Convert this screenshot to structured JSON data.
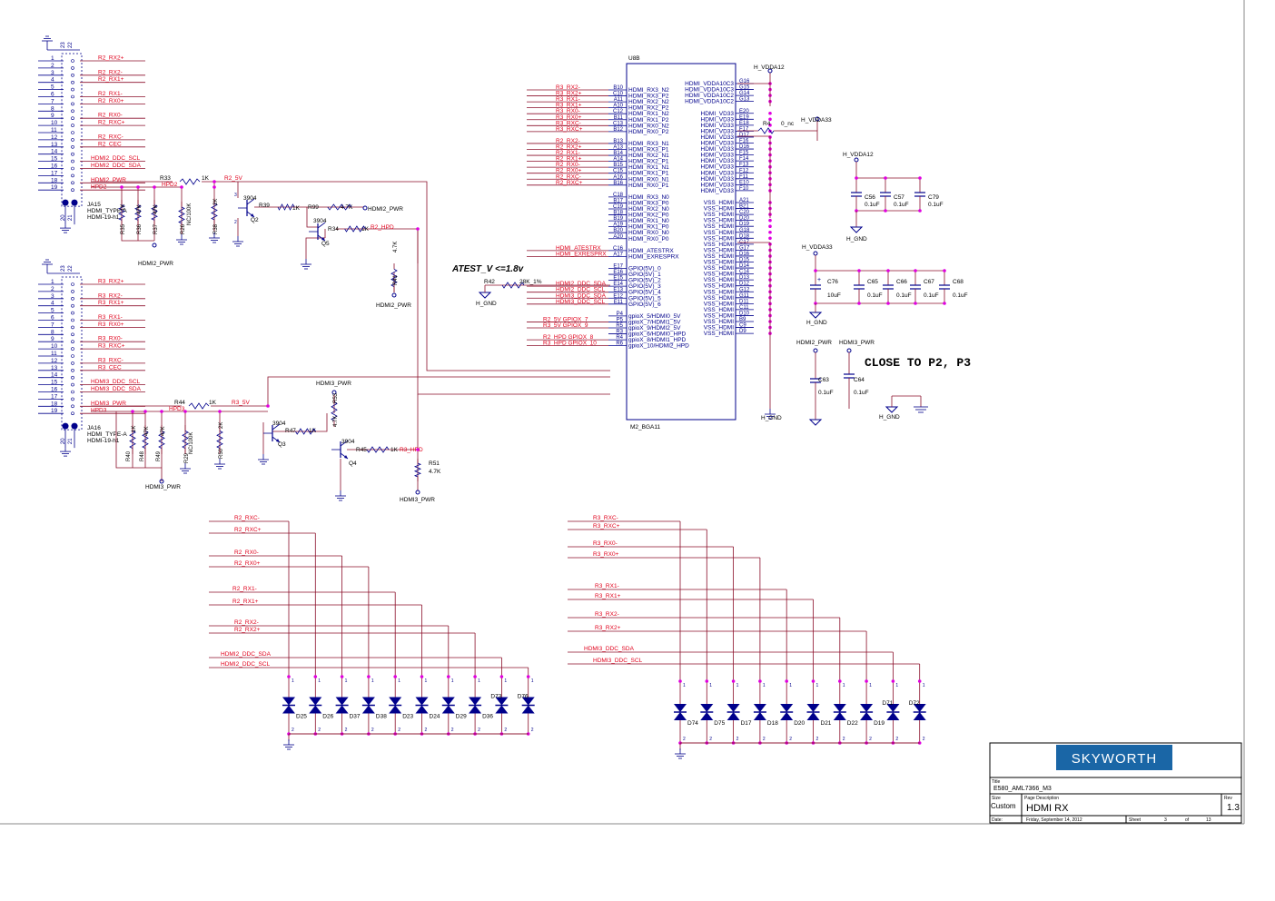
{
  "colors": {
    "wire": "#8b0f2a",
    "net": "#e0001b",
    "comp": "#00008b",
    "pin": "#00008b",
    "junction": "#e000e0",
    "frame": "#000000",
    "brand_bg": "#1a66a6",
    "brand_fg": "#ffffff",
    "border": "#888888"
  },
  "connectors": {
    "j2": {
      "ref": "JA15",
      "type": "HDMI_TYPE-A",
      "part": "HDMI-19-h1",
      "pins_top": [
        "23",
        "22"
      ],
      "pins_bottom": [
        "20",
        "21"
      ],
      "pins": [
        "1",
        "2",
        "3",
        "4",
        "5",
        "6",
        "7",
        "8",
        "9",
        "10",
        "11",
        "12",
        "13",
        "14",
        "15",
        "16",
        "17",
        "18",
        "19"
      ],
      "nets": [
        "R2_RX2+",
        "R2_RX2-",
        "R2_RX1+",
        "R2_RX1-",
        "R2_RX0+",
        "R2_RX0-",
        "R2_RXC+",
        "R2_RXC-",
        "R2_CEC",
        "HDMI2_DDC_SCL",
        "HDMI2_DDC_SDA",
        "HDMI2_PWR",
        "HPD2"
      ]
    },
    "j3": {
      "ref": "JA16",
      "type": "HDMI_TYPE-A",
      "part": "HDMI-19-h1",
      "pins_top": [
        "23",
        "22"
      ],
      "pins_bottom": [
        "20",
        "21"
      ],
      "pins": [
        "1",
        "2",
        "3",
        "4",
        "5",
        "6",
        "7",
        "8",
        "9",
        "10",
        "11",
        "12",
        "13",
        "14",
        "15",
        "16",
        "17",
        "18",
        "19"
      ],
      "nets": [
        "R3_RX2+",
        "R3_RX2-",
        "R3_RX1+",
        "R3_RX1-",
        "R3_RX0+",
        "R3_RX0-",
        "R3_RXC+",
        "R3_RXC-",
        "R3_CEC",
        "HDMI3_DDC_SCL",
        "HDMI3_DDC_SDA",
        "HDMI3_PWR",
        "HPD3"
      ]
    }
  },
  "hpd2": {
    "r33": {
      "ref": "R33",
      "value": "1K"
    },
    "r35": {
      "ref": "R35",
      "value": "1K"
    },
    "r36": {
      "ref": "R36",
      "value": "47K"
    },
    "r37": {
      "ref": "R37",
      "value": "47K"
    },
    "r26": {
      "ref": "R26",
      "value": "NC/100K"
    },
    "r38": {
      "ref": "R38",
      "value": "2K"
    },
    "r39": {
      "ref": "R39",
      "value": "1K"
    },
    "r99": {
      "ref": "R99",
      "value": "4.7K"
    },
    "r34": {
      "ref": "R34",
      "value": "1K"
    },
    "r41": {
      "ref": "R41",
      "value": "4.7K"
    },
    "q2": {
      "ref": "Q2",
      "part": "3904"
    },
    "q5": {
      "ref": "Q5",
      "part": "3904"
    },
    "net_r2_5v": "R2_5V",
    "net_r2_hpd": "R2_HPD",
    "pwr1": "HDMI2_PWR",
    "pwr2": "HDMI2_PWR",
    "pwr3": "HDMI2_PWR"
  },
  "hpd3": {
    "r44": {
      "ref": "R44",
      "value": "1K"
    },
    "r40": {
      "ref": "R40",
      "value": "1K"
    },
    "r48": {
      "ref": "R48",
      "value": "47K"
    },
    "r49": {
      "ref": "R49",
      "value": "47K"
    },
    "r29": {
      "ref": "R29",
      "value": "NC/100K"
    },
    "r50": {
      "ref": "R50",
      "value": "2K"
    },
    "r47": {
      "ref": "R47",
      "value": "1K"
    },
    "r53": {
      "ref": "R53",
      "value": "4.7K"
    },
    "r45": {
      "ref": "R45",
      "value": "1K"
    },
    "r51": {
      "ref": "R51",
      "value": "4.7K"
    },
    "q3": {
      "ref": "Q3",
      "part": "3904"
    },
    "q4": {
      "ref": "Q4",
      "part": "3904"
    },
    "net_r3_5v": "R3_5V",
    "net_r3_hpd": "R3_HPD",
    "pwr1": "HDMI3_PWR",
    "pwr2": "HDMI3_PWR",
    "pwr3": "HDMI3_PWR"
  },
  "ic": {
    "ref": "U8B",
    "part": "M2_BGA11",
    "left_pins": [
      {
        "net": "R3_RX2-",
        "ball": "B10",
        "name": "HDMI_RX3_N2"
      },
      {
        "net": "R3_RX2+",
        "ball": "C10",
        "name": "HDMI_RX3_P2"
      },
      {
        "net": "R3_RX1-",
        "ball": "A11",
        "name": "HDMI_RX2_N2"
      },
      {
        "net": "R3_RX1+",
        "ball": "A10",
        "name": "HDMI_RX2_P2"
      },
      {
        "net": "R3_RX0-",
        "ball": "C12",
        "name": "HDMI_RX1_N2"
      },
      {
        "net": "R3_RX0+",
        "ball": "B11",
        "name": "HDMI_RX1_P2"
      },
      {
        "net": "R3_RXC-",
        "ball": "C13",
        "name": "HDMI_RX0_N2"
      },
      {
        "net": "R3_RXC+",
        "ball": "B12",
        "name": "HDMI_RX0_P2"
      },
      {
        "net": "",
        "ball": "",
        "name": ""
      },
      {
        "net": "R2_RX2-",
        "ball": "B13",
        "name": "HDMI_RX3_N1"
      },
      {
        "net": "R2_RX2+",
        "ball": "A13",
        "name": "HDMI_RX3_P1"
      },
      {
        "net": "R2_RX1-",
        "ball": "B14",
        "name": "HDMI_RX2_N1"
      },
      {
        "net": "R2_RX1+",
        "ball": "A14",
        "name": "HDMI_RX2_P1"
      },
      {
        "net": "R2_RX0-",
        "ball": "B15",
        "name": "HDMI_RX1_N1"
      },
      {
        "net": "R2_RX0+",
        "ball": "C15",
        "name": "HDMI_RX1_P1"
      },
      {
        "net": "R2_RXC-",
        "ball": "A16",
        "name": "HDMI_RX0_N1"
      },
      {
        "net": "R2_RXC+",
        "ball": "B16",
        "name": "HDMI_RX0_P1"
      },
      {
        "net": "",
        "ball": "",
        "name": ""
      },
      {
        "net": "",
        "ball": "C18",
        "name": "HDMI_RX3_N0"
      },
      {
        "net": "",
        "ball": "B17",
        "name": "HDMI_RX3_P0"
      },
      {
        "net": "",
        "ball": "C19",
        "name": "HDMI_RX2_N0"
      },
      {
        "net": "",
        "ball": "B18",
        "name": "HDMI_RX2_P0"
      },
      {
        "net": "",
        "ball": "B19",
        "name": "HDMI_RX1_N0"
      },
      {
        "net": "",
        "ball": "A19",
        "name": "HDMI_RX1_P0"
      },
      {
        "net": "",
        "ball": "B20",
        "name": "HDMI_RX0_N0"
      },
      {
        "net": "",
        "ball": "A20",
        "name": "HDMI_RX0_P0"
      },
      {
        "net": "",
        "ball": "",
        "name": ""
      },
      {
        "net": "HDMI_ATESTRX",
        "ball": "C16",
        "name": "HDMI_ATESTRX"
      },
      {
        "net": "HDMI_EXRESPRX",
        "ball": "A17",
        "name": "HDMI_EXRESPRX"
      },
      {
        "net": "",
        "ball": "",
        "name": ""
      },
      {
        "net": "",
        "ball": "E17",
        "name": "GPIO(5V)_0"
      },
      {
        "net": "",
        "ball": "E16",
        "name": "GPIO(5V)_1"
      },
      {
        "net": "",
        "ball": "E15",
        "name": "GPIO(5V)_2"
      },
      {
        "net": "HDMI2_DDC_SDA",
        "ball": "E14",
        "name": "GPIO(5V)_3"
      },
      {
        "net": "HDMI2_DDC_SCL",
        "ball": "E13",
        "name": "GPIO(5V)_4"
      },
      {
        "net": "HDMI3_DDC_SDA",
        "ball": "E12",
        "name": "GPIO(5V)_5"
      },
      {
        "net": "HDMI3_DDC_SCL",
        "ball": "E11",
        "name": "GPIO(5V)_6"
      },
      {
        "net": "",
        "ball": "",
        "name": ""
      },
      {
        "net": "",
        "ball": "P4",
        "name": "gpioX_5/HDMI0_5V"
      },
      {
        "net": "R2_5V   GPIOX_7",
        "ball": "P5",
        "name": "gpioX_7/HDMI1_5V"
      },
      {
        "net": "R3_5V   GPIOX_9",
        "ball": "R5",
        "name": "gpioX_9/HDMI2_5V"
      },
      {
        "net": "",
        "ball": "R3",
        "name": "gpioX_6/HDMI0_HPD"
      },
      {
        "net": "R2_HPD  GPIOX_8",
        "ball": "R4",
        "name": "gpioX_8/HDMI1_HPD"
      },
      {
        "net": "R3_HPD  GPIOX_10",
        "ball": "R6",
        "name": "gpioX_10/HDMI2_HPD"
      }
    ],
    "right_pins": [
      {
        "ball": "G16",
        "name": "HDMI_VDDA10C3"
      },
      {
        "ball": "G15",
        "name": "HDMI_VDDA10C3"
      },
      {
        "ball": "G14",
        "name": "HDMI_VDDA10C2"
      },
      {
        "ball": "G13",
        "name": "HDMI_VDDA10C2"
      },
      {
        "ball": "",
        "name": ""
      },
      {
        "ball": "E20",
        "name": "HDMI_VD33"
      },
      {
        "ball": "E19",
        "name": "HDMI_VD33"
      },
      {
        "ball": "E18",
        "name": "HDMI_VD33"
      },
      {
        "ball": "F17",
        "name": "HDMI_VD33"
      },
      {
        "ball": "D17",
        "name": "HDMI_VD33"
      },
      {
        "ball": "F16",
        "name": "HDMI_VD33"
      },
      {
        "ball": "D16",
        "name": "HDMI_VD33"
      },
      {
        "ball": "F15",
        "name": "HDMI_VD33"
      },
      {
        "ball": "F14",
        "name": "HDMI_VD33"
      },
      {
        "ball": "F13",
        "name": "HDMI_VD33"
      },
      {
        "ball": "F12",
        "name": "HDMI_VD33"
      },
      {
        "ball": "F11",
        "name": "HDMI_VD33"
      },
      {
        "ball": "E10",
        "name": "HDMI_VD33"
      },
      {
        "ball": "F10",
        "name": "HDMI_VD33"
      },
      {
        "ball": "",
        "name": ""
      },
      {
        "ball": "A21",
        "name": "VSS_HDMI"
      },
      {
        "ball": "B21",
        "name": "VSS_HDMI"
      },
      {
        "ball": "C20",
        "name": "VSS_HDMI"
      },
      {
        "ball": "D20",
        "name": "VSS_HDMI"
      },
      {
        "ball": "D19",
        "name": "VSS_HDMI"
      },
      {
        "ball": "G18",
        "name": "VSS_HDMI"
      },
      {
        "ball": "D18",
        "name": "VSS_HDMI"
      },
      {
        "ball": "C17",
        "name": "VSS_HDMI"
      },
      {
        "ball": "G17",
        "name": "VSS_HDMI"
      },
      {
        "ball": "D16",
        "name": "VSS_HDMI"
      },
      {
        "ball": "D15",
        "name": "VSS_HDMI"
      },
      {
        "ball": "D14",
        "name": "VSS_HDMI"
      },
      {
        "ball": "C14",
        "name": "VSS_HDMI"
      },
      {
        "ball": "D13",
        "name": "VSS_HDMI"
      },
      {
        "ball": "D12",
        "name": "VSS_HDMI"
      },
      {
        "ball": "G12",
        "name": "VSS_HDMI"
      },
      {
        "ball": "G11",
        "name": "VSS_HDMI"
      },
      {
        "ball": "D11",
        "name": "VSS_HDMI"
      },
      {
        "ball": "C11",
        "name": "VSS_HDMI"
      },
      {
        "ball": "D10",
        "name": "VSS_HDMI"
      },
      {
        "ball": "B9",
        "name": "VSS_HDMI"
      },
      {
        "ball": "C9",
        "name": "VSS_HDMI"
      },
      {
        "ball": "D9",
        "name": "VSS_HDMI"
      }
    ]
  },
  "ic_right": {
    "vdda12": "H_VDDA12",
    "r4": {
      "ref": "R4",
      "value": "0_nc"
    },
    "vdda33": "H_VDDA33",
    "gnd": "H_GND"
  },
  "atest": {
    "note": "ATEST_V <=1.8v",
    "r42": {
      "ref": "R42",
      "value": "28K_1%"
    },
    "gnd": "H_GND"
  },
  "decap1": {
    "rail": "H_VDDA12",
    "gnd": "H_GND",
    "caps": [
      {
        "ref": "C56",
        "value": "0.1uF"
      },
      {
        "ref": "C57",
        "value": "0.1uF"
      },
      {
        "ref": "C79",
        "value": "0.1uF"
      }
    ]
  },
  "decap2": {
    "rail": "H_VDDA33",
    "gnd": "H_GND",
    "caps": [
      {
        "ref": "C76",
        "value": "10uF"
      },
      {
        "ref": "C65",
        "value": "0.1uF"
      },
      {
        "ref": "C66",
        "value": "0.1uF"
      },
      {
        "ref": "C67",
        "value": "0.1uF"
      },
      {
        "ref": "C68",
        "value": "0.1uF"
      }
    ]
  },
  "decap3": {
    "pwr_a": "HDMI2_PWR",
    "pwr_b": "HDMI3_PWR",
    "c63": {
      "ref": "C63",
      "value": "0.1uF"
    },
    "c64": {
      "ref": "C64",
      "value": "0.1uF"
    },
    "gnd": "H_GND"
  },
  "close_note": "CLOSE TO P2, P3",
  "esd2": {
    "nets": [
      "R2_RXC-",
      "R2_RXC+",
      "R2_RX0-",
      "R2_RX0+",
      "R2_RX1-",
      "R2_RX1+",
      "R2_RX2-",
      "R2_RX2+",
      "HDMI2_DDC_SDA",
      "HDMI2_DDC_SCL"
    ],
    "diodes": [
      "D25",
      "D26",
      "D37",
      "D38",
      "D23",
      "D24",
      "D29",
      "D36",
      "D73",
      "D76"
    ]
  },
  "esd3": {
    "nets": [
      "R3_RXC-",
      "R3_RXC+",
      "R3_RX0-",
      "R3_RX0+",
      "R3_RX1-",
      "R3_RX1+",
      "R3_RX2-",
      "R3_RX2+",
      "HDMI3_DDC_SDA",
      "HDMI3_DDC_SCL"
    ],
    "diodes": [
      "D74",
      "D75",
      "D17",
      "D18",
      "D20",
      "D21",
      "D22",
      "D19",
      "D71",
      "D72"
    ]
  },
  "diode_pins": {
    "a": "1",
    "b": "2"
  },
  "title_block": {
    "brand": "SKYWORTH",
    "title_label": "Title",
    "title": "E580_AML7366_M3",
    "size_label": "Size",
    "size": "Custom",
    "desc_label": "Page Description",
    "desc": "HDMI RX",
    "rev_label": "Rev",
    "rev": "1.3",
    "date_label": "Date:",
    "date": "Friday, September 14, 2012",
    "sheet_label": "Sheet",
    "sheet": "3",
    "of_label": "of",
    "total": "13"
  }
}
